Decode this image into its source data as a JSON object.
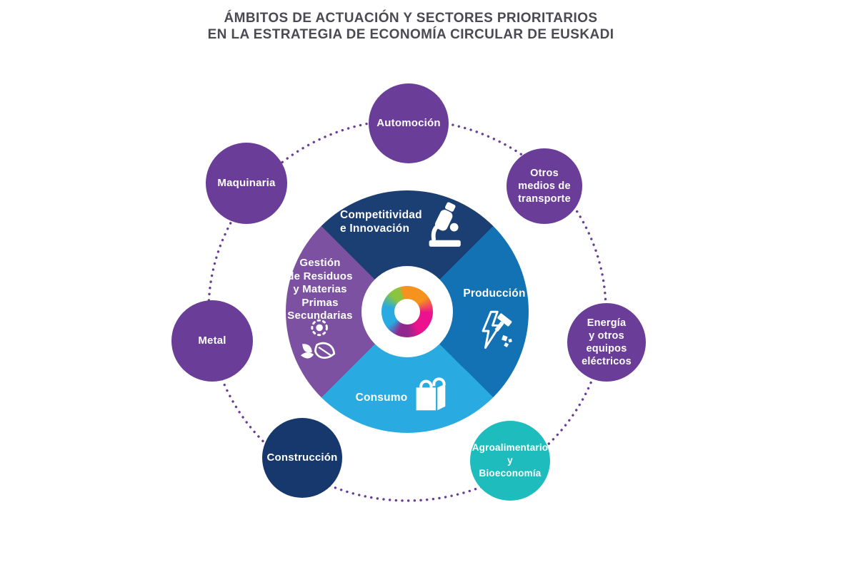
{
  "title": {
    "line1": "ÁMBITOS DE ACTUACIÓN Y SECTORES PRIORITARIOS",
    "line2": "EN LA ESTRATEGIA DE ECONOMÍA CIRCULAR DE EUSKADI"
  },
  "colors": {
    "title_text": "#4b4a52",
    "segment_competitividad": "#1b3e73",
    "segment_produccion": "#1272b4",
    "segment_consumo": "#29abe2",
    "segment_gestion": "#7c51a1",
    "sector_purple": "#6a3e98",
    "sector_teal": "#1fbcbd",
    "sector_navy": "#16386d",
    "dotted_ring": "#6a3d96",
    "wheel_text": "#ffffff",
    "logo_orange": "#f6921e",
    "logo_magenta": "#ec118d",
    "logo_violet": "#90278e",
    "logo_cyan": "#29aae1",
    "logo_green": "#8bc53f"
  },
  "wheel": {
    "center_logo": "circular-economy-ring-logo",
    "segments": [
      {
        "id": "competitividad",
        "label": "Competitividad\ne Innovación",
        "icon": "microscope-icon"
      },
      {
        "id": "produccion",
        "label": "Producción",
        "icon": "energy-production-icon"
      },
      {
        "id": "consumo",
        "label": "Consumo",
        "icon": "shopping-bag-icon"
      },
      {
        "id": "gestion",
        "label": "Gestión\nde Residuos\ny Materias\nPrimas\nSecundarias",
        "icon": "sun-leaf-icon"
      }
    ]
  },
  "sectors": [
    {
      "id": "automocion",
      "label": "Automoción",
      "color": "#6a3e98"
    },
    {
      "id": "otros-medios-transporte",
      "label": "Otros\nmedios de\ntransporte",
      "color": "#6a3e98"
    },
    {
      "id": "energia-equipos-electricos",
      "label": "Energía\ny otros\nequipos\neléctricos",
      "color": "#6a3e98"
    },
    {
      "id": "agroalimentario-bioeconomia",
      "label": "Agroalimentario\ny\nBioeconomía",
      "color": "#1fbcbd"
    },
    {
      "id": "construccion",
      "label": "Construcción",
      "color": "#16386d"
    },
    {
      "id": "metal",
      "label": "Metal",
      "color": "#6a3e98"
    },
    {
      "id": "maquinaria",
      "label": "Maquinaria",
      "color": "#6a3e98"
    }
  ]
}
